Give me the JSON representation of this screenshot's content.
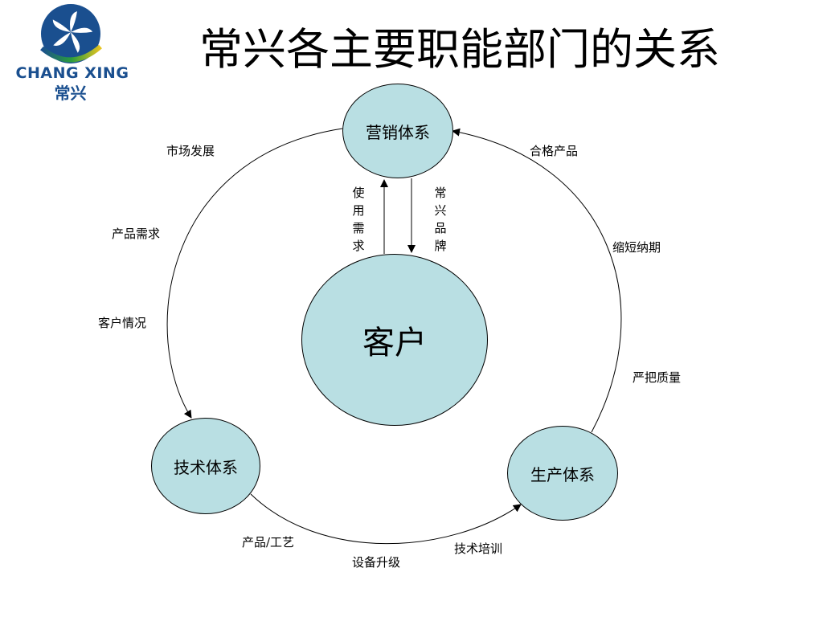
{
  "title": "常兴各主要职能部门的关系",
  "logo": {
    "text_en": "CHANG XING",
    "text_cn": "常兴"
  },
  "nodes": {
    "marketing": "营销体系",
    "customer": "客户",
    "technology": "技术体系",
    "production": "生产体系"
  },
  "labels": {
    "market_development": "市场发展",
    "product_demand": "产品需求",
    "customer_situation": "客户情况",
    "qualified_products": "合格产品",
    "shorten_delivery": "缩短纳期",
    "strict_quality": "严把质量",
    "product_process": "产品/工艺",
    "equipment_upgrade": "设备升级",
    "tech_training": "技术培训",
    "usage_demand": "使用需求",
    "changxing_brand": "常兴品牌"
  },
  "colors": {
    "node_fill": "#b9dfe3",
    "logo_blue": "#1a4f8f"
  }
}
